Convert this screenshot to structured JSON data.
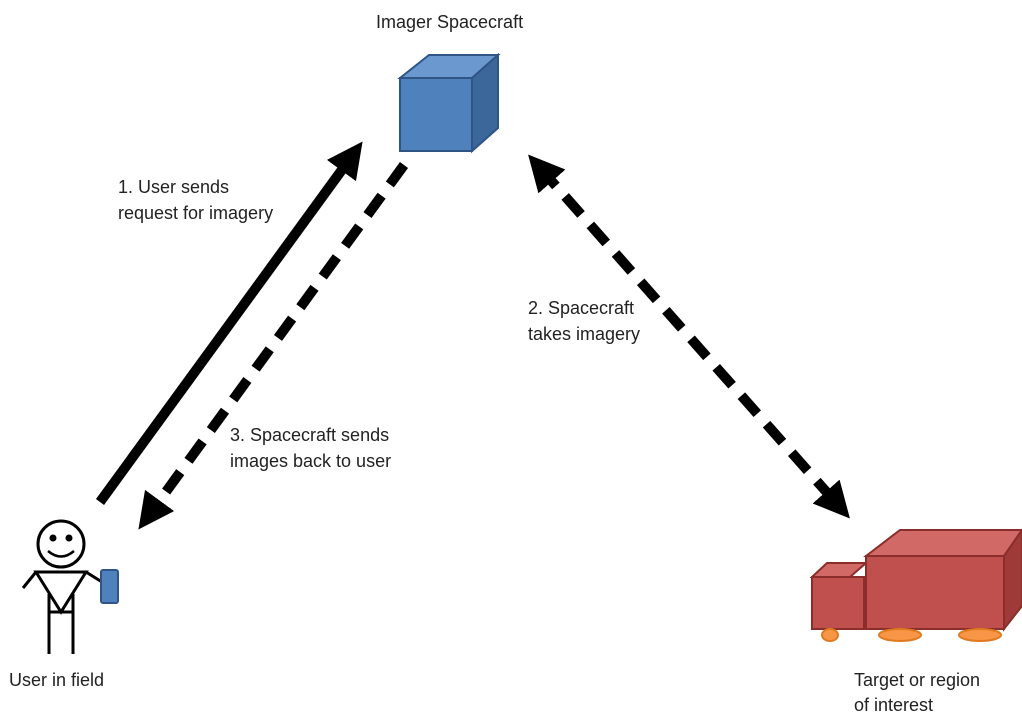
{
  "labels": {
    "spacecraft": "Imager Spacecraft",
    "step1": [
      "1. User sends",
      "request for imagery"
    ],
    "step2": [
      "2. Spacecraft",
      "takes imagery"
    ],
    "step3": [
      "3. Spacecraft sends",
      "images back to user"
    ],
    "user": "User in field",
    "target": [
      "Target or region",
      "of interest"
    ]
  },
  "colors": {
    "spacecraft_front": "#4F81BD",
    "spacecraft_top": "#6B98CF",
    "spacecraft_side": "#3B679A",
    "spacecraft_edge": "#2E5586",
    "truck_body": "#C0504D",
    "truck_top": "#D16966",
    "truck_side": "#9E3A37",
    "truck_edge": "#8B2E2B",
    "wheels": "#F79646",
    "arrows": "#000000",
    "phone": "#4F81BD"
  }
}
